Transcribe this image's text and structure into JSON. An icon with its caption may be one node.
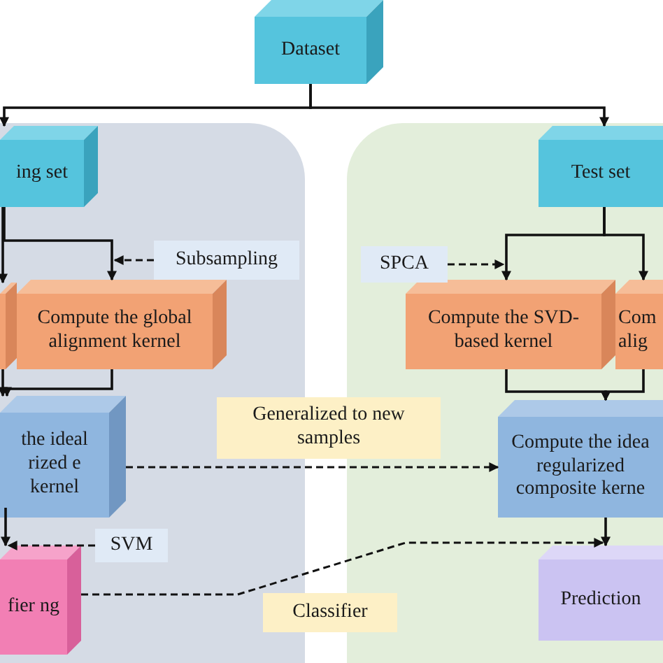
{
  "diagram": {
    "nodes": [
      {
        "text": [
          "Dataset"
        ]
      },
      {
        "text": [],
        "shape": "box"
      },
      {
        "text": [
          "ing set"
        ],
        "in": 1
      },
      {
        "text": [],
        "shape": "box",
        "in": 1
      },
      {
        "text": [
          "Compute the global alignment kernel"
        ],
        "in": 1
      },
      {
        "text": [
          "Subsampling"
        ],
        "in": 1
      },
      {
        "text": [
          "the ideal rized e kernel"
        ],
        "in": 1
      },
      {
        "text": [
          "SVM"
        ],
        "in": 1
      },
      {
        "text": [
          "fier ng"
        ],
        "in": 1
      },
      {
        "text": [
          "Generalized to new samples"
        ]
      },
      {
        "text": [
          "Classifier"
        ]
      },
      {
        "text": [],
        "shape": "box"
      },
      {
        "text": [
          "Test set"
        ],
        "in": 11
      },
      {
        "text": [
          "SPCA"
        ],
        "in": 11
      },
      {
        "text": [
          "Compute the SVD-based kernel"
        ],
        "in": 11
      },
      {
        "text": [
          "Com alig"
        ],
        "in": 11
      },
      {
        "text": [
          "Compute the idea regularized composite kerne"
        ],
        "in": 11
      },
      {
        "text": [
          "Prediction"
        ],
        "in": 11
      }
    ],
    "edges": [
      {
        "from": 0,
        "to": 2,
        "arrow": "to"
      },
      {
        "from": 0,
        "to": 12,
        "arrow": "to"
      },
      {
        "from": 2,
        "to": 4,
        "arrow": "to"
      },
      {
        "from": 2,
        "to": 3,
        "arrow": "to"
      },
      {
        "from": 3,
        "to": 6,
        "arrow": "to"
      },
      {
        "from": 4,
        "to": 6,
        "arrow": "to"
      },
      {
        "from": 6,
        "to": 8,
        "arrow": "to"
      },
      {
        "from": 5,
        "to": 4,
        "arrow": "to",
        "style": "dashed"
      },
      {
        "from": 12,
        "to": 14,
        "arrow": "to"
      },
      {
        "from": 12,
        "to": 15,
        "arrow": "to"
      },
      {
        "from": 14,
        "to": 16,
        "arrow": "to"
      },
      {
        "from": 15,
        "to": 16,
        "arrow": "to"
      },
      {
        "from": 16,
        "to": 17,
        "arrow": "to"
      },
      {
        "from": 13,
        "to": 14,
        "arrow": "to",
        "style": "dashed"
      },
      {
        "from": 7,
        "to": 8,
        "arrow": "to",
        "style": "dashed"
      },
      {
        "from": 6,
        "to": 16,
        "arrow": "to",
        "style": "dashed"
      },
      {
        "from": 8,
        "to": 17,
        "arrow": "to",
        "style": "dashed"
      }
    ]
  }
}
